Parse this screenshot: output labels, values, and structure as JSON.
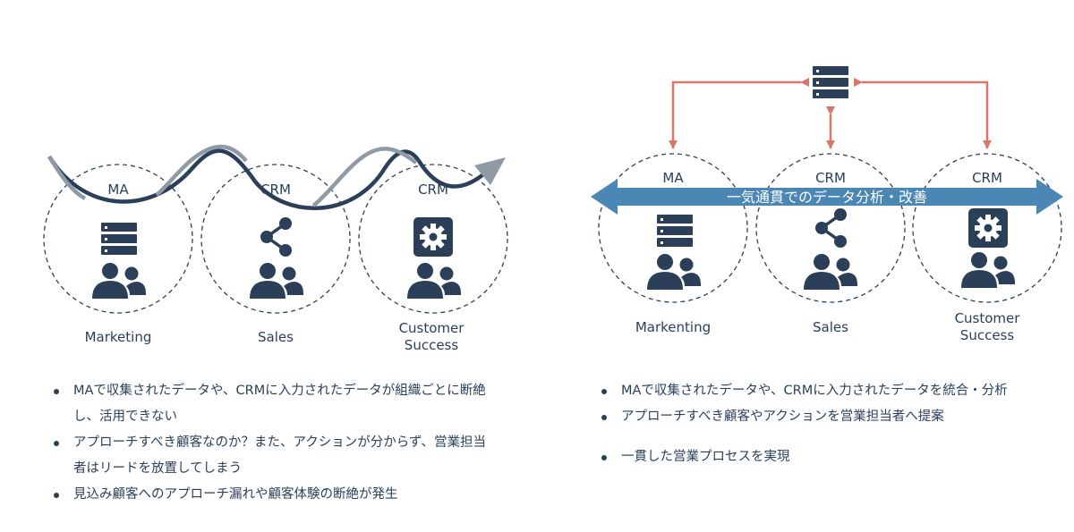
{
  "left_panel": {
    "circle_titles": [
      "MA",
      "CRM",
      "CRM"
    ],
    "role_labels": [
      "Marketing",
      "Sales",
      "Customer\nSuccess"
    ],
    "bullets": [
      "MAで収集されたデータや、CRMに入力されたデータが組織ごとに断絶し、活用できない",
      "アプローチすべき顧客なのか？また、アクションが分からず、営業担当者はリードを放置してしまう",
      "見込み顧客へのアプローチ漏れや顧客体験の断絶が発生"
    ]
  },
  "right_panel": {
    "circle_titles": [
      "MA",
      "CRM",
      "CRM"
    ],
    "banner_text": "一気通貫でのデータ分析・改善",
    "role_labels": [
      "Markenting",
      "Sales",
      "Customer\nSuccess"
    ],
    "bullets": [
      "MAで収集されたデータや、CRMに入力されたデータを統合・分析",
      "アプローチすべき顧客やアクションを営業担当者へ提案",
      "一貫した営業プロセスを実現"
    ]
  },
  "colors": {
    "navy": "#2b3f59",
    "gray_wave": "#8f9aa5",
    "banner_blue": "#4a87b5",
    "connector_red": "#d9776f"
  },
  "icons": [
    "database-icon",
    "share-icon",
    "gear-icon",
    "people-icon",
    "server-icon"
  ]
}
